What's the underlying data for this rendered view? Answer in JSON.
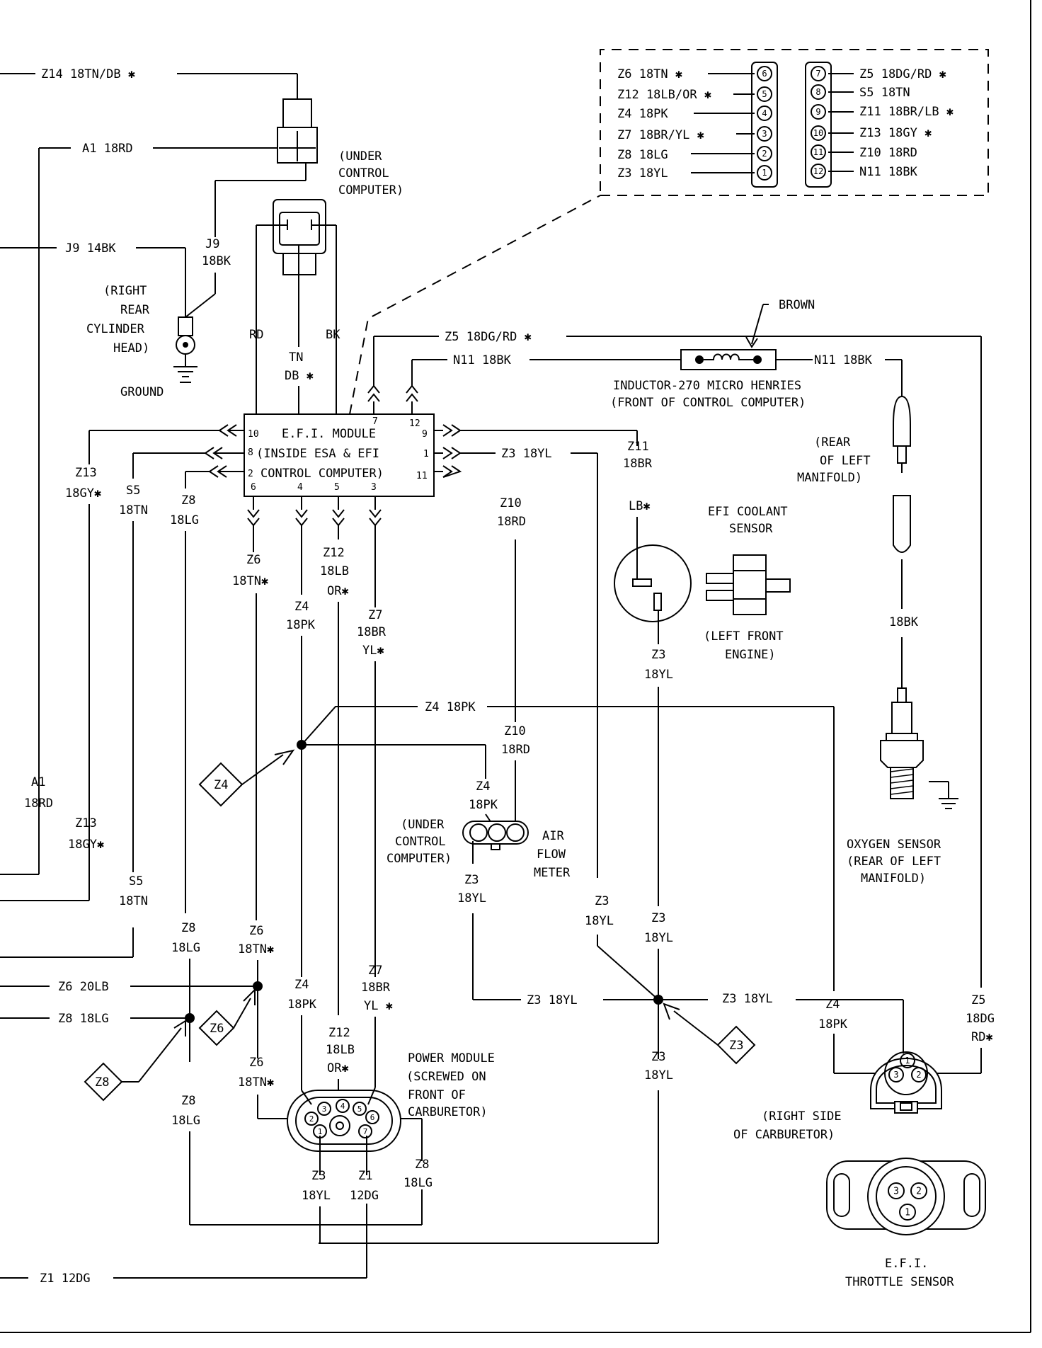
{
  "left_wires": {
    "z14": "Z14 18TN/DB ✱",
    "a1": "A1 18RD",
    "j9": "J9 14BK",
    "z6": "Z6 20LB",
    "z8": "Z8 18LG",
    "z1": "Z1 12DG"
  },
  "under_computer_top": [
    "(UNDER",
    "CONTROL",
    "COMPUTER)"
  ],
  "ground": {
    "label": [
      "(RIGHT",
      "REAR",
      "CYLINDER",
      "HEAD)"
    ],
    "ground_text": "GROUND",
    "j9": [
      "J9",
      "18BK"
    ]
  },
  "connector_box": {
    "left": [
      {
        "label": "Z6 18TN ✱",
        "pin": "6"
      },
      {
        "label": "Z12 18LB/OR ✱",
        "pin": "5"
      },
      {
        "label": "Z4 18PK",
        "pin": "4"
      },
      {
        "label": "Z7 18BR/YL ✱",
        "pin": "3"
      },
      {
        "label": "Z8 18LG",
        "pin": "2"
      },
      {
        "label": "Z3 18YL",
        "pin": "1"
      }
    ],
    "right": [
      {
        "label": "Z5 18DG/RD ✱",
        "pin": "7"
      },
      {
        "label": "S5 18TN",
        "pin": "8"
      },
      {
        "label": "Z11 18BR/LB ✱",
        "pin": "9"
      },
      {
        "label": "Z13 18GY ✱",
        "pin": "10"
      },
      {
        "label": "Z10 18RD",
        "pin": "11"
      },
      {
        "label": "N11 18BK",
        "pin": "12"
      }
    ]
  },
  "module": {
    "line1": "E.F.I. MODULE",
    "line2": "(INSIDE ESA & EFI",
    "line3": "CONTROL COMPUTER)",
    "pins": {
      "p10": "10",
      "p8": "8",
      "p2": "2",
      "p7": "7",
      "p12": "12",
      "p9": "9",
      "p1": "1",
      "p11": "11",
      "p6": "6",
      "p4": "4",
      "p5": "5",
      "p3": "3"
    }
  },
  "module_top_wires": {
    "rd": "RD",
    "tn": [
      "TN",
      "DB ✱"
    ],
    "bk": "BK"
  },
  "wires": {
    "z5_top": "Z5 18DG/RD ✱",
    "n11_left": "N11 18BK",
    "n11_right": "N11 18BK",
    "z3_top": "Z3 18YL",
    "z11": [
      "Z11",
      "18BR",
      "LB✱"
    ],
    "z10_top": [
      "Z10",
      "18RD"
    ],
    "z13_upper": [
      "Z13",
      "18GY✱"
    ],
    "s5_upper": [
      "S5",
      "18TN"
    ],
    "z8_upper": [
      "Z8",
      "18LG"
    ],
    "z6_upper": [
      "Z6",
      "18TN✱"
    ],
    "z12_upper": [
      "Z12",
      "18LB",
      "OR✱"
    ],
    "z4_upper": [
      "Z4",
      "18PK"
    ],
    "z7_upper": [
      "Z7",
      "18BR",
      "YL✱"
    ],
    "z4_horizontal": "Z4 18PK",
    "z10_mid": [
      "Z10",
      "18RD"
    ],
    "z4_airflow": [
      "Z4",
      "18PK"
    ],
    "a1_lower": [
      "A1",
      "18RD"
    ],
    "z13_lower": [
      "Z13",
      "18GY✱"
    ],
    "s5_lower": [
      "S5",
      "18TN"
    ],
    "z3_airflow": [
      "Z3",
      "18YL"
    ],
    "z3_mid": [
      "Z3",
      "18YL"
    ],
    "z3_mid2": [
      "Z3",
      "18YL"
    ],
    "z3_coolant": [
      "Z3",
      "18YL"
    ],
    "z8_lower": [
      "Z8",
      "18LG"
    ],
    "z6_lower": [
      "Z6",
      "18TN✱"
    ],
    "z4_lower": [
      "Z4",
      "18PK"
    ],
    "z7_lower": [
      "Z7",
      "18BR",
      "YL ✱"
    ],
    "z12_lower": [
      "Z12",
      "18LB",
      "OR✱"
    ],
    "z6_power": [
      "Z6",
      "18TN✱"
    ],
    "z8_power": [
      "Z8",
      "18LG"
    ],
    "z3_h_left": "Z3 18YL",
    "z3_h_right": "Z3 18YL",
    "z3_low": [
      "Z3",
      "18YL"
    ],
    "z4_tps": [
      "Z4",
      "18PK"
    ],
    "z5_tps": [
      "Z5",
      "18DG",
      "RD✱"
    ],
    "z3_power": [
      "Z3",
      "18YL"
    ],
    "z1_power": [
      "Z1",
      "12DG"
    ],
    "z8_power_right": [
      "Z8",
      "18LG"
    ],
    "bk18": "18BK"
  },
  "splices": {
    "z4": "Z4",
    "z6": "Z6",
    "z8": "Z8",
    "z3": "Z3"
  },
  "inductor": {
    "brown": "BROWN",
    "label": [
      "INDUCTOR-270 MICRO HENRIES",
      "(FRONT OF CONTROL COMPUTER)"
    ]
  },
  "coolant": {
    "title": [
      "EFI COOLANT",
      "SENSOR"
    ],
    "location": [
      "(LEFT FRONT",
      "ENGINE)"
    ]
  },
  "oxygen": {
    "rear": [
      "(REAR",
      "OF LEFT",
      "MANIFOLD)"
    ],
    "label": [
      "OXYGEN SENSOR",
      "(REAR OF LEFT",
      "MANIFOLD)"
    ]
  },
  "airflow": {
    "under": [
      "(UNDER",
      "CONTROL",
      "COMPUTER)"
    ],
    "label": [
      "AIR",
      "FLOW",
      "METER"
    ]
  },
  "power_module": {
    "label": [
      "POWER MODULE",
      "(SCREWED ON",
      "FRONT OF",
      "CARBURETOR)"
    ],
    "pins": [
      "1",
      "2",
      "3",
      "4",
      "5",
      "6",
      "7"
    ]
  },
  "tps": {
    "location": [
      "(RIGHT SIDE",
      "OF CARBURETOR)"
    ],
    "label": [
      "E.F.I.",
      "THROTTLE SENSOR"
    ],
    "pins": [
      "1",
      "2",
      "3"
    ]
  }
}
